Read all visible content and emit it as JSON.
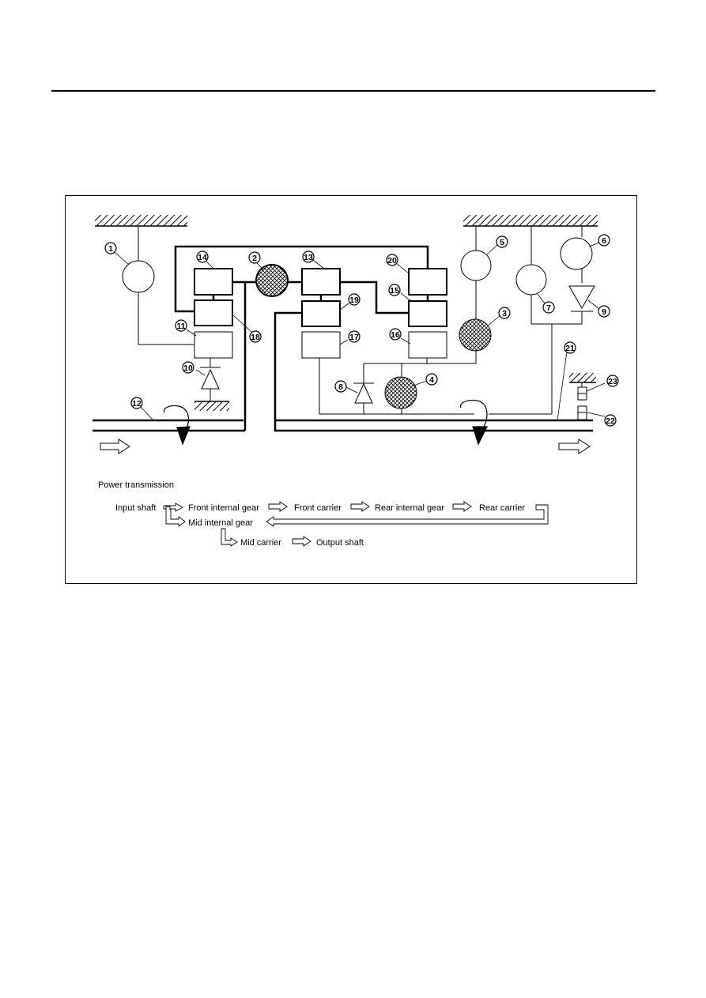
{
  "diagram": {
    "labels": [
      "1",
      "2",
      "3",
      "4",
      "5",
      "6",
      "7",
      "8",
      "9",
      "10",
      "11",
      "12",
      "13",
      "14",
      "15",
      "16",
      "17",
      "18",
      "19",
      "20",
      "21",
      "22",
      "23"
    ]
  },
  "power": {
    "title": "Power transmission",
    "input_shaft": "Input shaft",
    "front_internal_gear": "Front internal gear",
    "front_carrier": "Front carrier",
    "rear_internal_gear": "Rear internal gear",
    "rear_carrier": "Rear carrier",
    "mid_internal_gear": "Mid internal gear",
    "mid_carrier": "Mid carrier",
    "output_shaft": "Output shaft"
  },
  "colors": {
    "ink": "#000000",
    "paper": "#ffffff"
  }
}
